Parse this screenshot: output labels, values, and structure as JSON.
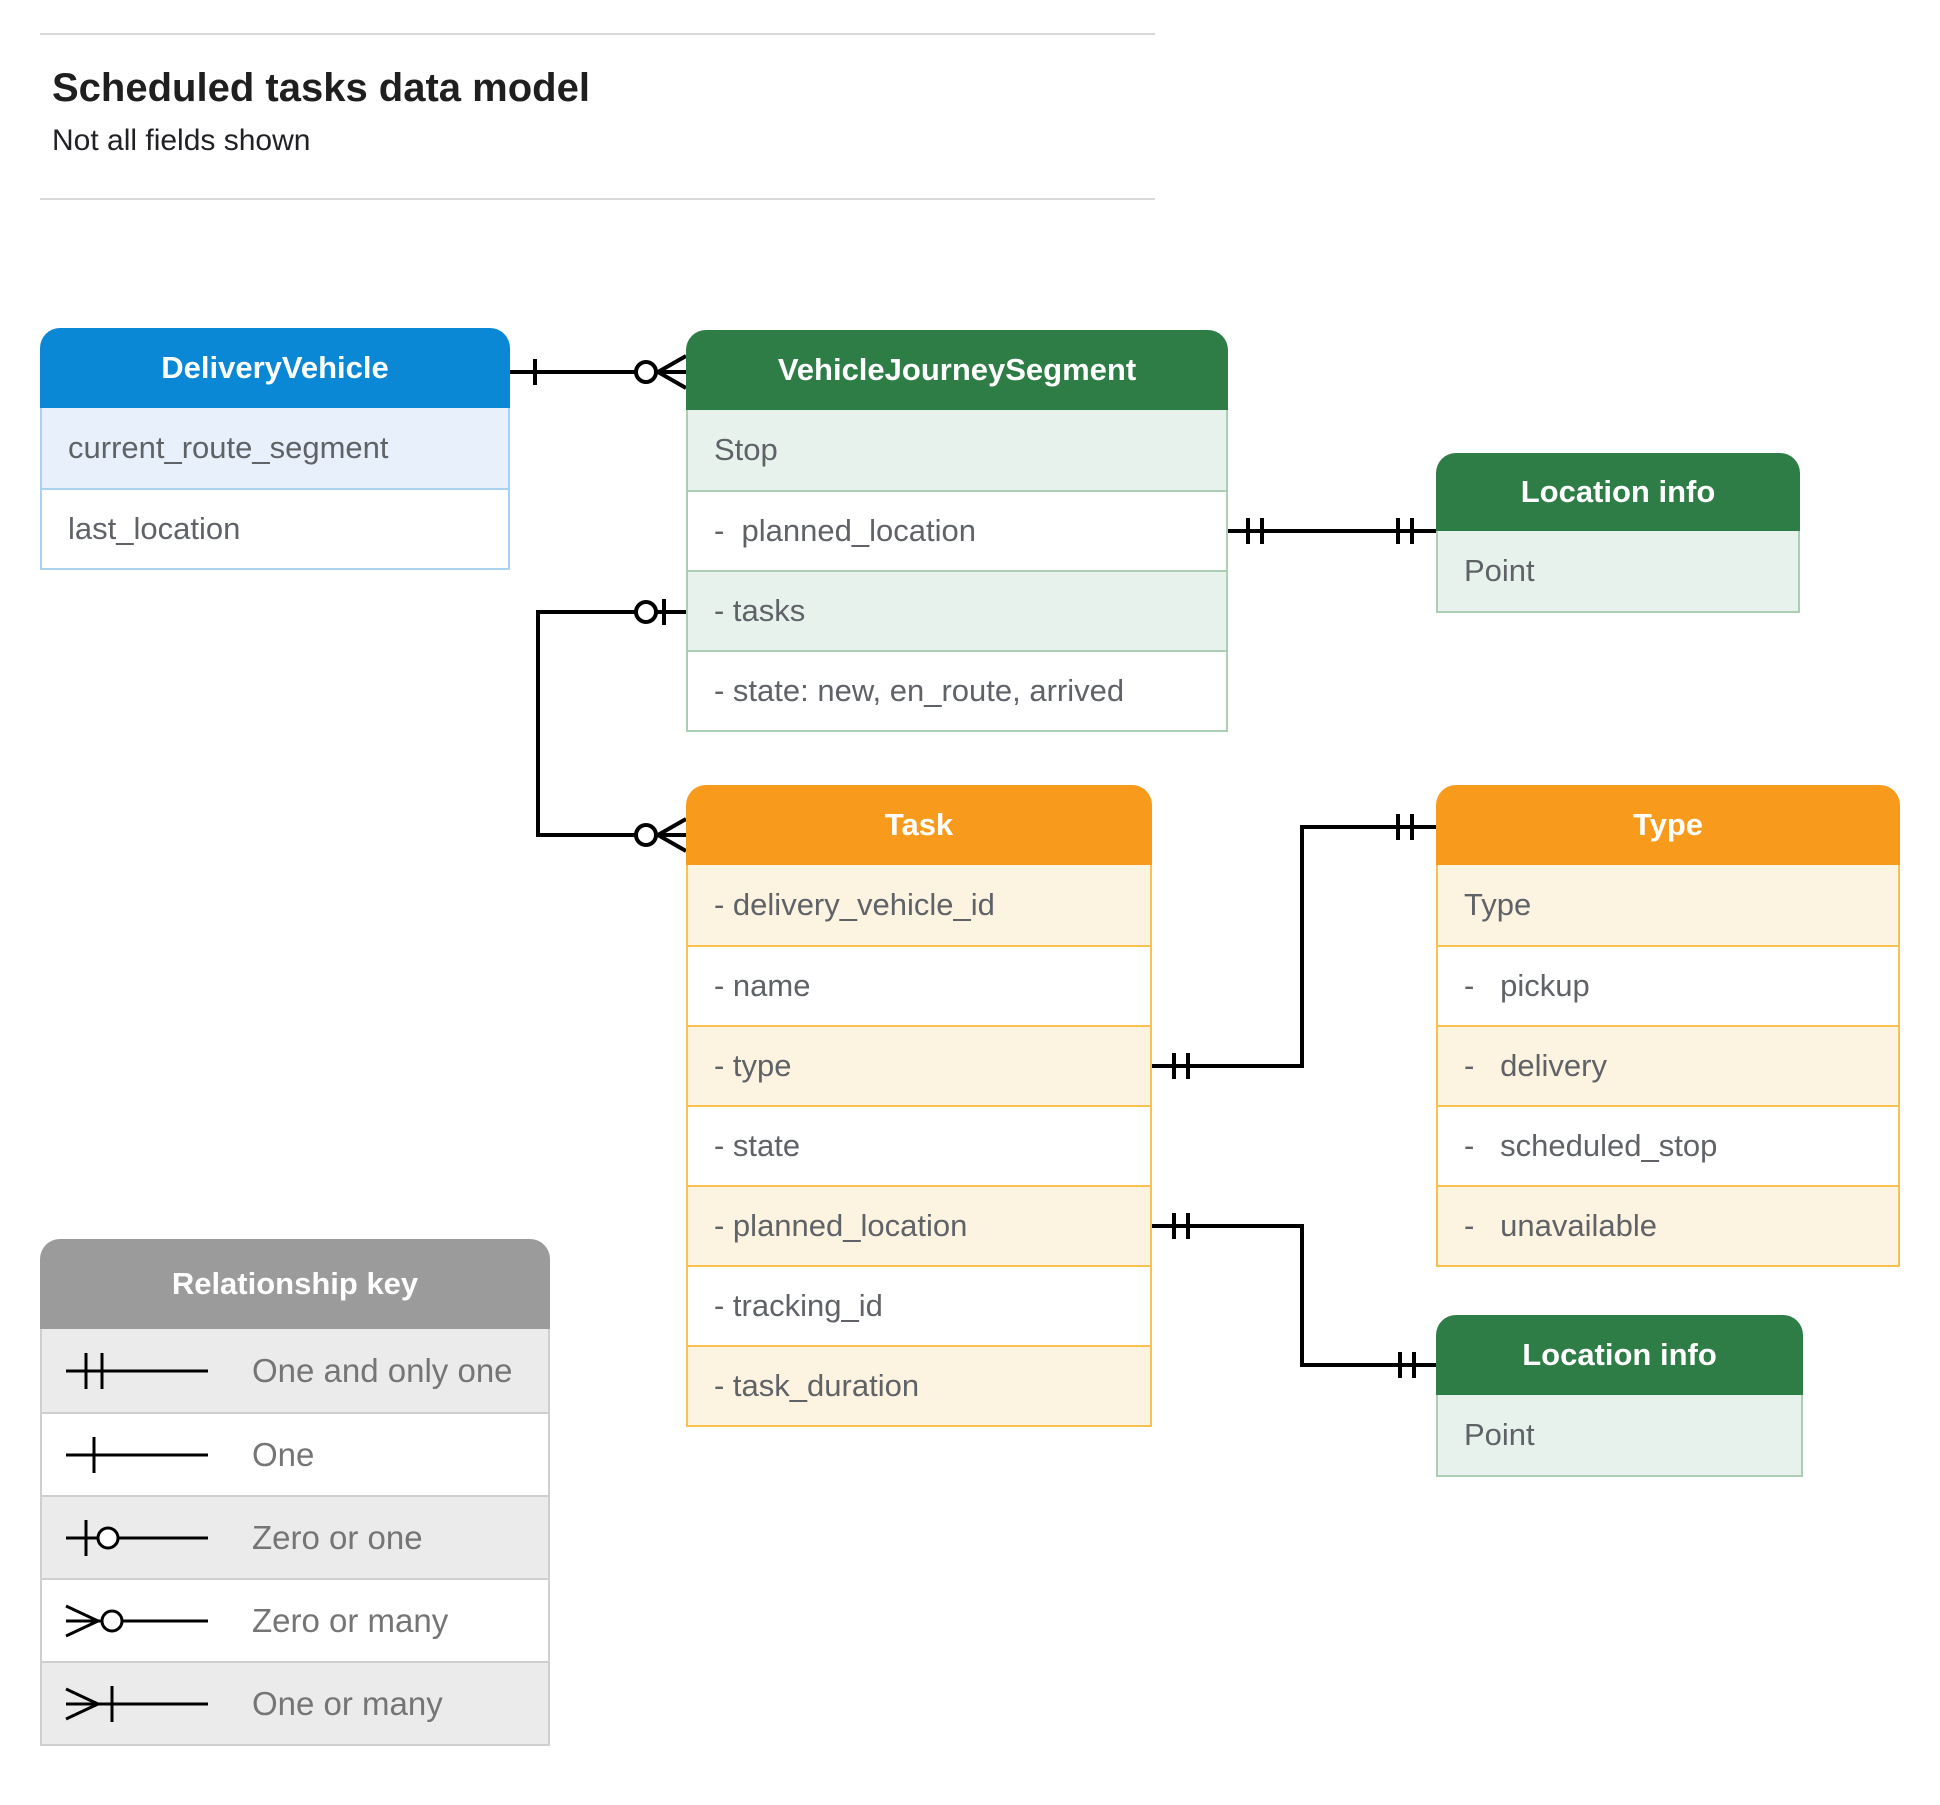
{
  "header": {
    "title": "Scheduled tasks data model",
    "subtitle": "Not all fields shown"
  },
  "entities": {
    "delivery_vehicle": {
      "title": "DeliveryVehicle",
      "rows": [
        "current_route_segment",
        "last_location"
      ]
    },
    "vehicle_journey_segment": {
      "title": "VehicleJourneySegment",
      "rows": [
        "Stop",
        "-  planned_location",
        "- tasks",
        "- state: new, en_route, arrived"
      ]
    },
    "location_info_top": {
      "title": "Location info",
      "rows": [
        "Point"
      ]
    },
    "task": {
      "title": "Task",
      "rows": [
        "- delivery_vehicle_id",
        "- name",
        "- type",
        "- state",
        "- planned_location",
        "- tracking_id",
        "- task_duration"
      ]
    },
    "type": {
      "title": "Type",
      "rows": [
        "Type",
        "-   pickup",
        "-   delivery",
        "-   scheduled_stop",
        "-   unavailable"
      ]
    },
    "location_info_bottom": {
      "title": "Location info",
      "rows": [
        "Point"
      ]
    }
  },
  "legend": {
    "title": "Relationship key",
    "items": [
      {
        "symbol": "one-and-only-one",
        "label": "One and only one"
      },
      {
        "symbol": "one",
        "label": "One"
      },
      {
        "symbol": "zero-or-one",
        "label": "Zero or one"
      },
      {
        "symbol": "zero-or-many",
        "label": "Zero or many"
      },
      {
        "symbol": "one-or-many",
        "label": "One or many"
      }
    ]
  },
  "colors": {
    "blue_header": "#0a87d5",
    "blue_tint": "#e8f1fb",
    "green_header": "#2e7d46",
    "green_tint": "#e8f2ec",
    "orange_header": "#f89b1c",
    "orange_tint": "#fdf3e1",
    "gray_header": "#9b9b9b",
    "gray_tint": "#ebebeb",
    "field_text": "#5f6368",
    "connector": "#000000"
  }
}
